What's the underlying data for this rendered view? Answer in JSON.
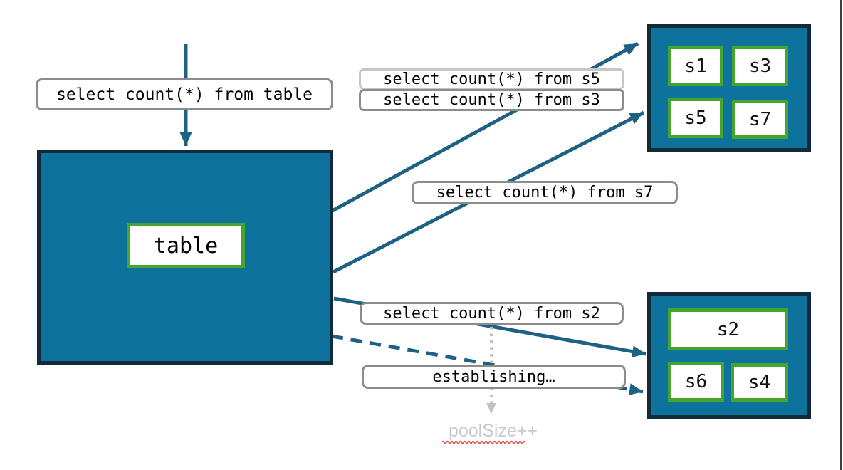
{
  "labels": {
    "query_table": "select count(*) from table",
    "query_s5": "select count(*) from s5",
    "query_s3": "select count(*) from s3",
    "query_s7": "select count(*) from s7",
    "query_s2": "select count(*) from s2",
    "establishing": "establishing…",
    "pool_size": "poolSize++"
  },
  "table": {
    "label": "table"
  },
  "shard_group_top": {
    "shards": [
      "s1",
      "s3",
      "s5",
      "s7"
    ]
  },
  "shard_group_bottom": {
    "shards": [
      "s2",
      "s6",
      "s4"
    ]
  },
  "colors": {
    "teal_fill": "#0e739c",
    "arrow_teal": "#1d6285",
    "dark_border": "#112b3a",
    "shard_green": "#46a52f",
    "label_border": "#8c8c8c",
    "label_border_light": "#c6c6c6",
    "muted_text": "#c9c9c9",
    "dotted_gray": "#c2c2c2",
    "squiggle_red": "#e84c4c"
  }
}
